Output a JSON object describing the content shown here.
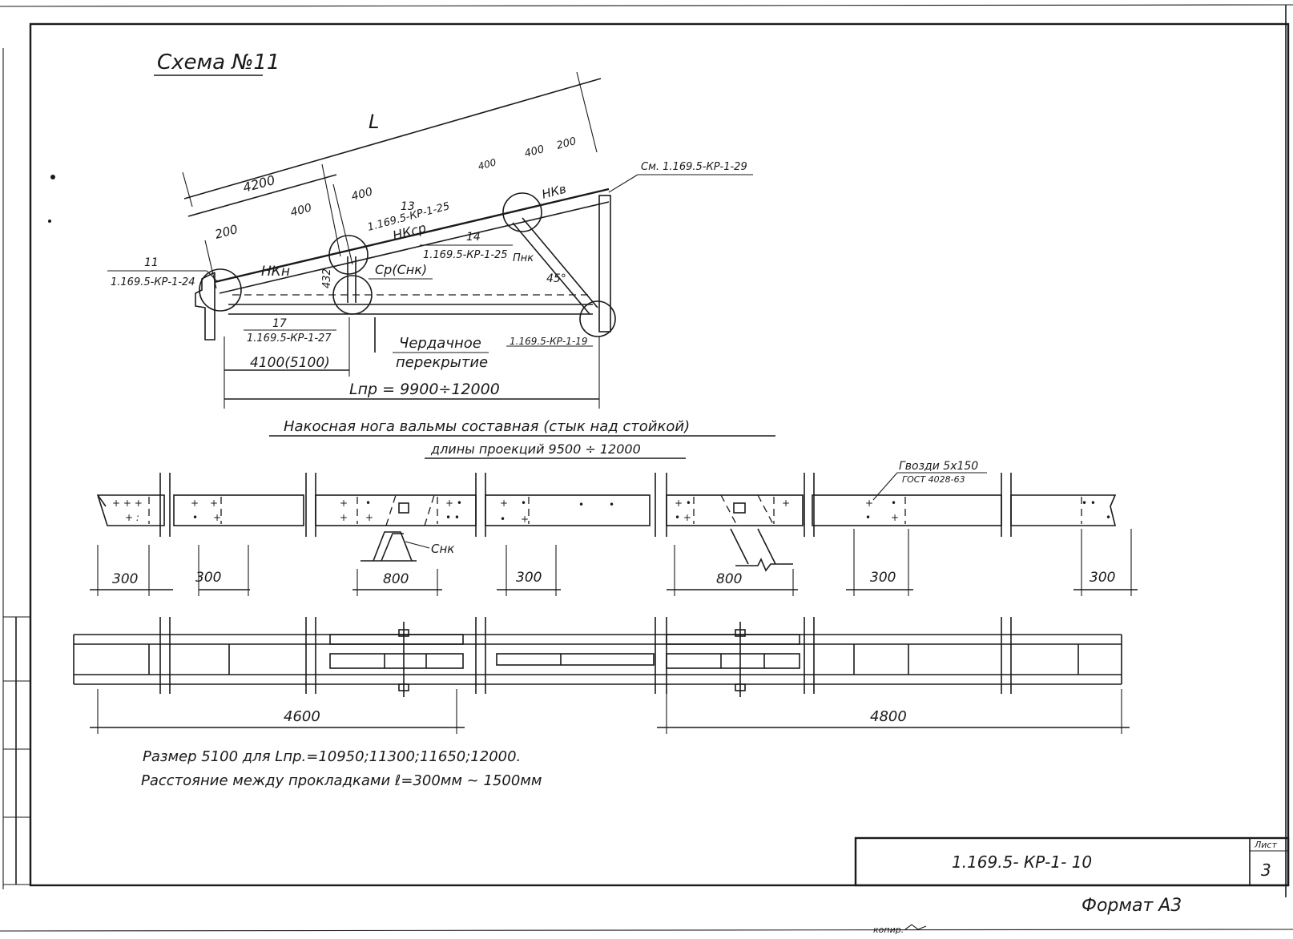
{
  "scheme": {
    "title": "Схема №11",
    "dim_L": "L",
    "dim_4200": "4200",
    "dim_200_left": "200",
    "dim_400_a": "400",
    "dim_400_b": "400",
    "dim_400_c": "400",
    "dim_400_d": "400",
    "dim_200_right": "200",
    "ref_11_num": "11",
    "ref_11_code": "1.169.5-КР-1-24",
    "ref_13_num": "13",
    "ref_13_code": "1.169.5-КР-1-25",
    "ref_14_num": "14",
    "ref_14_code": "1.169.5-КР-1-25",
    "ref_17_num": "17",
    "ref_17_code": "1.169.5-КР-1-27",
    "ref_sm": "См. 1.169.5-КР-1-29",
    "ref_19": "1.169.5-КР-1-19",
    "node_nkn": "НКн",
    "node_nksr": "НКср",
    "node_nkv": "НКв",
    "node_sr": "Ср(Снк)",
    "node_pnk": "Пнк",
    "dim_432": "432",
    "angle": "45°",
    "label_cherd1": "Чердачное",
    "label_cherd2": "перекрытие",
    "dim_4100": "4100(5100)",
    "dim_lpr": "Lпр = 9900÷12000"
  },
  "section": {
    "heading_line1": "Накосная нога вальмы составная (стык над стойкой)",
    "heading_line2": "длины проекций 9500 ÷ 12000",
    "nails_line1": "Гвозди 5x150",
    "nails_line2": "ГОСТ 4028-63",
    "snk_label": "Снк",
    "dims_top": [
      "300",
      "300",
      "800",
      "300",
      "800",
      "300",
      "300"
    ],
    "dim_4600": "4600",
    "dim_4800": "4800"
  },
  "notes": {
    "line1": "Размер 5100 для Lпр.=10950;11300;11650;12000.",
    "line2": "Расстояние между прокладками ℓ=300мм ~ 1500мм"
  },
  "title_block": {
    "doc_code": "1.169.5- КР-1- 10",
    "sheet_label": "Лист",
    "sheet_number": "3"
  },
  "footer": {
    "format": "Формат А3",
    "copy": "копир."
  }
}
